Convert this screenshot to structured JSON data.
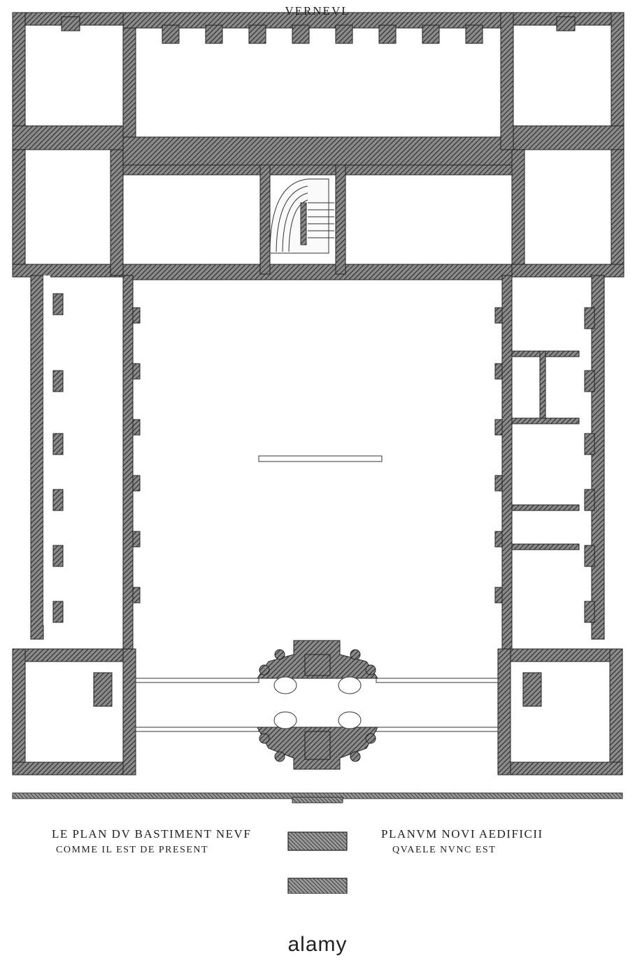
{
  "plan": {
    "title": "VERNEVL",
    "caption_fr_line1": "LE PLAN DV BASTIMENT NEVF",
    "caption_fr_line2": "COMME IL EST DE PRESENT",
    "caption_la_line1": "PLANVM NOVI AEDIFICII",
    "caption_la_line2": "QVAELE NVNC EST"
  },
  "colors": {
    "ink": "#1f1f1f",
    "wall_hatch": "#3a3a3a",
    "paper": "#ffffff"
  },
  "footer": {
    "text": "alamy"
  }
}
